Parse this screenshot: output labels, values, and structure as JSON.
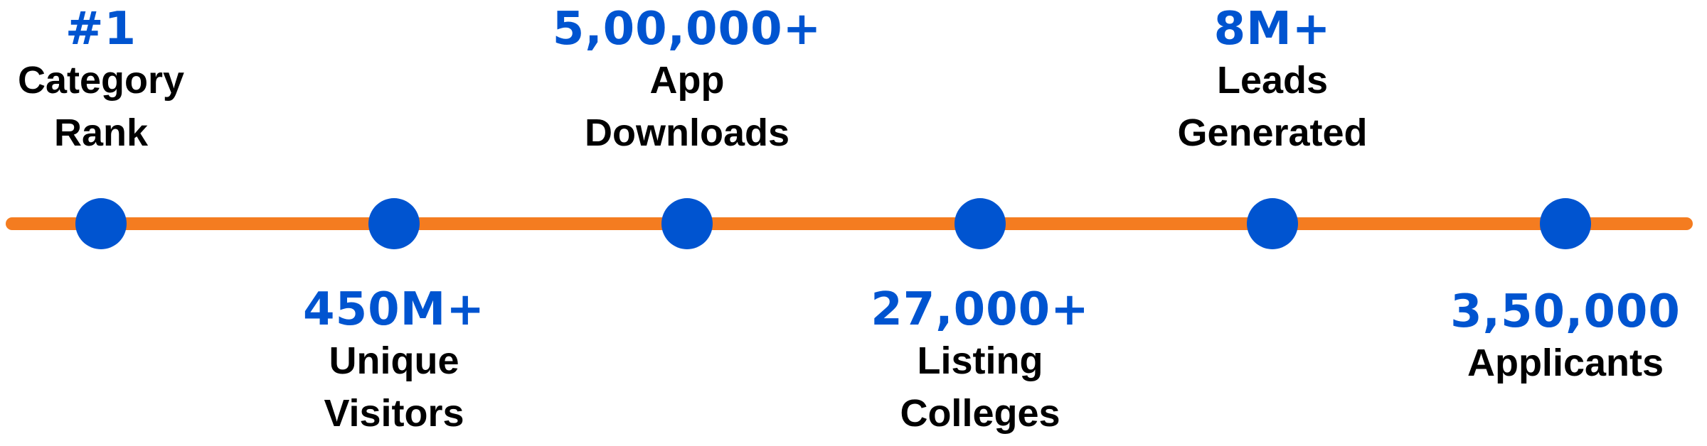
{
  "milestones": [
    {
      "value": "#1",
      "label_line1": "Category",
      "label_line2": "Rank"
    },
    {
      "value": "450M+",
      "label_line1": "Unique",
      "label_line2": "Visitors"
    },
    {
      "value": "5,00,000+",
      "label_line1": "App",
      "label_line2": "Downloads"
    },
    {
      "value": "27,000+",
      "label_line1": "Listing",
      "label_line2": "Colleges"
    },
    {
      "value": "8M+",
      "label_line1": "Leads",
      "label_line2": "Generated"
    },
    {
      "value": "3,50,000",
      "label_line1": "Applicants",
      "label_line2": ""
    }
  ],
  "colors": {
    "line": "#f47c20",
    "dot": "#0054d0",
    "value_text": "#0054d0",
    "label_text": "#000000"
  }
}
